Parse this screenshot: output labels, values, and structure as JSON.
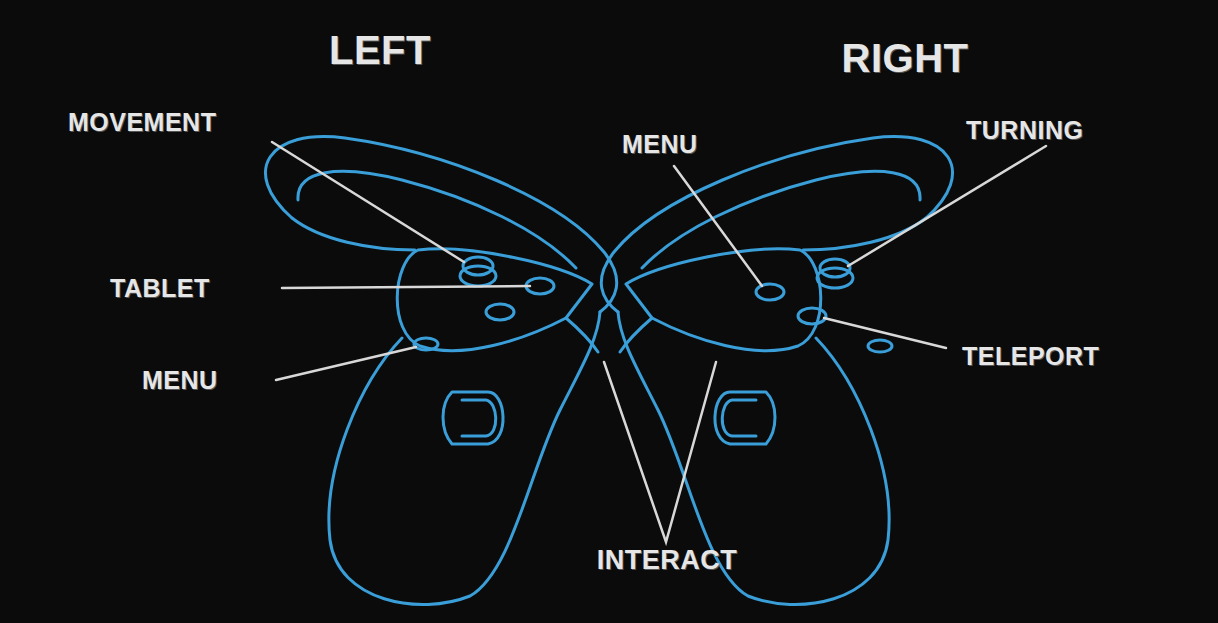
{
  "diagram": {
    "labels": [
      "LEFT",
      "RIGHT",
      "MOVEMENT",
      "TABLET",
      "MENU",
      "MENU",
      "TURNING",
      "TELEPORT",
      "INTERACT"
    ]
  }
}
